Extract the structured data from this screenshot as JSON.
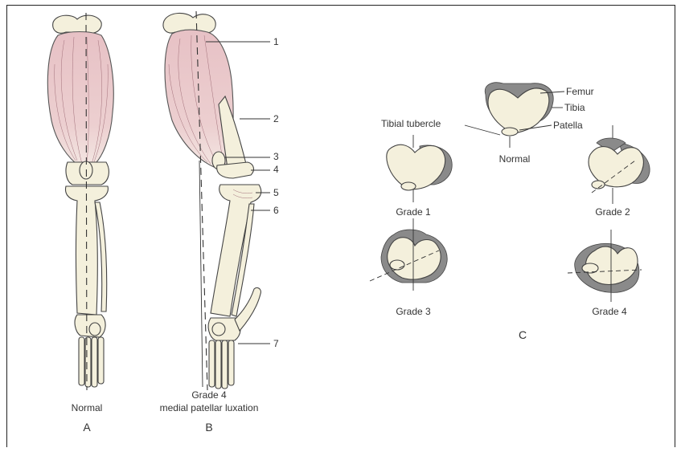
{
  "panels": {
    "a": {
      "caption": "Normal",
      "letter": "A"
    },
    "b": {
      "caption_line1": "Grade 4",
      "caption_line2": "medial patellar luxation",
      "letter": "B"
    },
    "c": {
      "letter": "C"
    }
  },
  "callouts": [
    "1",
    "2",
    "3",
    "4",
    "5",
    "6",
    "7"
  ],
  "c_labels": {
    "femur": "Femur",
    "tibia": "Tibia",
    "patella": "Patella",
    "tibial_tubercle": "Tibial tubercle",
    "normal": "Normal",
    "grade1": "Grade 1",
    "grade2": "Grade 2",
    "grade3": "Grade 3",
    "grade4": "Grade 4"
  },
  "colors": {
    "muscle": "#e9c3c7",
    "bone": "#f4f0dc",
    "shade": "#8a8a8a",
    "line": "#333333"
  }
}
